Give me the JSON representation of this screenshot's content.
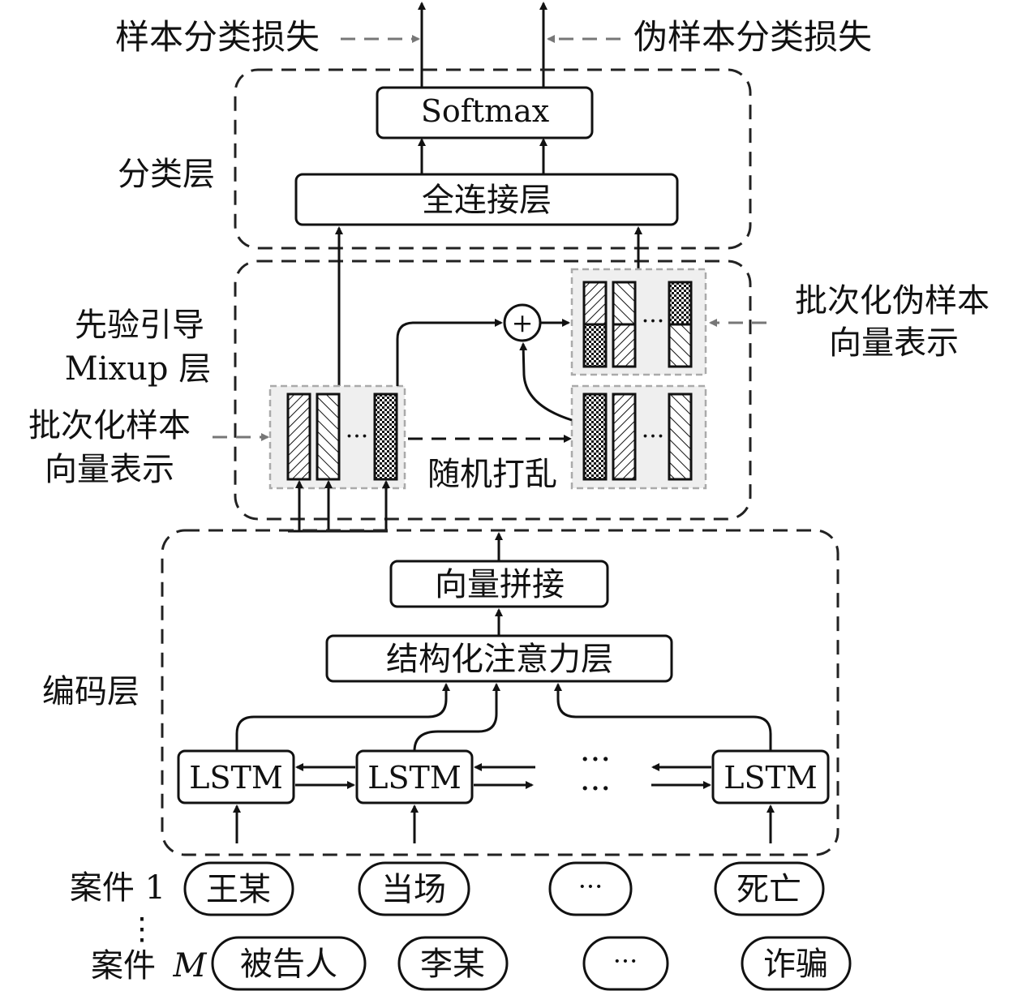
{
  "loss": {
    "sample": "样本分类损失",
    "pseudo": "伪样本分类损失"
  },
  "classify": {
    "title": "分类层",
    "softmax": "Softmax",
    "fc": "全连接层"
  },
  "mixup": {
    "title_l1": "先验引导",
    "title_l2": "Mixup 层",
    "shuffle": "随机打乱",
    "plus": "+",
    "ellipsis": "···"
  },
  "batch_sample": {
    "l1": "批次化样本",
    "l2": "向量表示"
  },
  "batch_pseudo": {
    "l1": "批次化伪样本",
    "l2": "向量表示"
  },
  "encoder": {
    "title": "编码层",
    "concat": "向量拼接",
    "attention": "结构化注意力层",
    "lstm": [
      "LSTM",
      "LSTM",
      "LSTM"
    ]
  },
  "cases": {
    "case1": {
      "label": "案件 1",
      "tokens": [
        "王某",
        "当场",
        "···",
        "死亡"
      ]
    },
    "vdots": "⋮",
    "caseM": {
      "label_cn": "案件",
      "label_var": "M",
      "tokens": [
        "被告人",
        "李某",
        "···",
        "诈骗"
      ]
    }
  },
  "colors": {
    "line": "#111111",
    "gray_arrow": "#777777",
    "batch_bg": "#efefef"
  }
}
